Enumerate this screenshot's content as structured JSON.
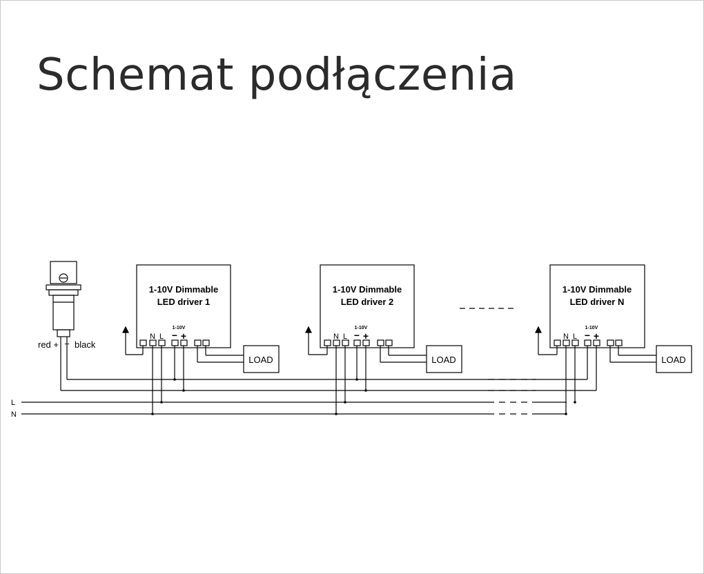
{
  "title": "Schemat podłączenia",
  "sensor": {
    "wire_red": "red +",
    "wire_black": "black",
    "minus_sign": "−"
  },
  "drivers": [
    {
      "line1": "1-10V Dimmable",
      "line2": "LED driver 1"
    },
    {
      "line1": "1-10V Dimmable",
      "line2": "LED driver 2"
    },
    {
      "line1": "1-10V Dimmable",
      "line2": "LED driver N"
    }
  ],
  "terminal_labels": {
    "n": "N",
    "l": "L",
    "dim": "1-10V",
    "minus": "−",
    "plus": "+"
  },
  "load_label": "LOAD",
  "lines": {
    "L": "L",
    "N": "N"
  },
  "colors": {
    "title": "#2b2b2b",
    "wire": "#000000",
    "border": "#c8c8c8"
  }
}
